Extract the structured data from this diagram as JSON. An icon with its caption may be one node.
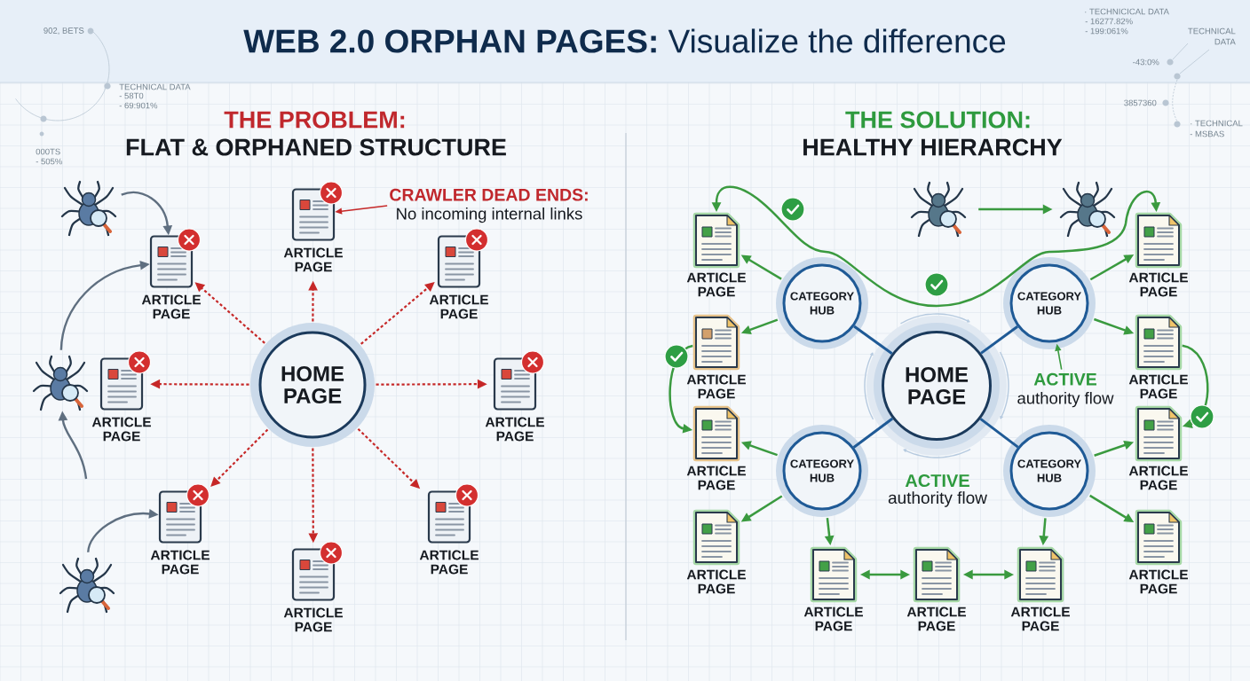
{
  "diagram": {
    "title": "**WEB 2.0 ORPHAN PAGES:** Visualize the difference",
    "nodes": [
      {
        "text": [
          "HOME PAGE"
        ]
      },
      {
        "text": [],
        "shape": "picture"
      },
      {
        "text": [
          "ARTICLE PAGE"
        ]
      },
      {
        "text": [
          "ARTICLE PAGE"
        ]
      },
      {
        "text": [
          "CRAWLER DEAD ENDS:",
          "No incoming internal links"
        ]
      },
      {
        "text": [
          "ARTICLE PAGE"
        ]
      },
      {
        "text": [],
        "shape": "picture"
      },
      {
        "text": [
          "ARTICLE PAGE"
        ]
      },
      {
        "text": [
          "ARTICLE PAGE"
        ]
      },
      {
        "text": [
          "ARTICLE PAGE"
        ]
      },
      {
        "text": [
          "ARTICLE PAGE"
        ]
      },
      {
        "text": [
          "ARTICLE PAGE"
        ]
      },
      {
        "text": [],
        "shape": "picture"
      },
      {
        "text": [],
        "shape": "picture"
      },
      {
        "text": [],
        "shape": "picture"
      },
      {
        "text": [
          "ARTICLE PAGE"
        ]
      },
      {
        "text": [
          "ARTICLE PAGE"
        ]
      },
      {
        "text": [
          "CATEGORY HUB"
        ]
      },
      {
        "text": [
          "CATEGORY HUB"
        ]
      },
      {
        "text": [
          "ARTICLE PAGE"
        ]
      },
      {
        "text": [
          "ARTICLE PAGE"
        ]
      },
      {
        "text": [
          "HOME PAGE"
        ]
      },
      {
        "text": [
          "ACTIVE",
          "authority flow"
        ]
      },
      {
        "text": [
          "ARTICLE PAGE"
        ]
      },
      {
        "text": [
          "ARTICLE PAGE"
        ]
      },
      {
        "text": [
          "CATEGORY HUB"
        ]
      },
      {
        "text": [
          "CATEGORY HUB"
        ]
      },
      {
        "text": [
          "ARTICLE PAGE"
        ]
      },
      {
        "text": [
          "ARTICLE PAGE"
        ]
      },
      {
        "text": [
          "ARTICLE PAGE"
        ]
      },
      {
        "text": [
          "ARTICLE PAGE"
        ]
      },
      {
        "text": [
          "ARTICLE PAGE"
        ]
      }
    ],
    "edges": [
      {
        "from": 1,
        "to": 2,
        "arrow": "to",
        "color": "#5f6f80"
      },
      {
        "from": 6,
        "to": 2,
        "arrow": "to",
        "color": "#5f6f80"
      },
      {
        "from": null,
        "to": 6,
        "arrow": "to",
        "color": "#5f6f80"
      },
      {
        "from": 12,
        "to": 9,
        "arrow": "to",
        "color": "#5f6f80"
      },
      {
        "from": 4,
        "to": 3,
        "arrow": "to",
        "color": "#c62828"
      },
      {
        "from": 0,
        "to": 2,
        "arrow": "to",
        "style": "dashed",
        "color": "#c62828"
      },
      {
        "from": 0,
        "to": 3,
        "arrow": "to",
        "style": "dashed",
        "color": "#c62828"
      },
      {
        "from": 0,
        "to": 5,
        "arrow": "to",
        "style": "dashed",
        "color": "#c62828"
      },
      {
        "from": 0,
        "to": 7,
        "arrow": "to",
        "style": "dashed",
        "color": "#c62828"
      },
      {
        "from": 0,
        "to": 8,
        "arrow": "to",
        "style": "dashed",
        "color": "#c62828"
      },
      {
        "from": 0,
        "to": 9,
        "arrow": "to",
        "style": "dashed",
        "color": "#c62828"
      },
      {
        "from": 0,
        "to": 10,
        "arrow": "to",
        "style": "dashed",
        "color": "#c62828"
      },
      {
        "from": 0,
        "to": 11,
        "arrow": "to",
        "style": "dashed",
        "color": "#c62828"
      },
      {
        "from": 21,
        "to": 17,
        "arrow": "none",
        "color": "#1f5a96"
      },
      {
        "from": 21,
        "to": 18,
        "arrow": "none",
        "color": "#1f5a96"
      },
      {
        "from": 21,
        "to": 25,
        "arrow": "none",
        "color": "#1f5a96"
      },
      {
        "from": 21,
        "to": 26,
        "arrow": "none",
        "color": "#1f5a96"
      },
      {
        "from": 17,
        "to": 15,
        "arrow": "to"
      },
      {
        "from": 17,
        "to": 19,
        "arrow": "to"
      },
      {
        "from": 18,
        "to": 16,
        "arrow": "to"
      },
      {
        "from": 18,
        "to": 20,
        "arrow": "to"
      },
      {
        "from": 25,
        "to": 23,
        "arrow": "to"
      },
      {
        "from": 25,
        "to": 27,
        "arrow": "to"
      },
      {
        "from": 25,
        "to": 29,
        "arrow": "to"
      },
      {
        "from": 26,
        "to": 24,
        "arrow": "to"
      },
      {
        "from": 26,
        "to": 28,
        "arrow": "to"
      },
      {
        "from": 26,
        "to": 31,
        "arrow": "to"
      },
      {
        "from": 29,
        "to": 30,
        "arrow": "both"
      },
      {
        "from": 30,
        "to": 31,
        "arrow": "both"
      },
      {
        "from": 15,
        "to": 16,
        "arrow": "both"
      },
      {
        "from": 19,
        "to": 23,
        "arrow": "to"
      },
      {
        "from": 20,
        "to": 24,
        "arrow": "to"
      },
      {
        "from": 13,
        "to": 14,
        "arrow": "to"
      },
      {
        "from": 22,
        "to": 18,
        "arrow": "to"
      }
    ],
    "labels": [
      "902, BETS",
      "· TECHNICICAL DATA",
      "- 16277.82%",
      "- 199:061%",
      "TECHNICAL DATA",
      "-43:0%",
      "TECHNICAL DATA",
      "- 58T0",
      "- 69:901%",
      "3857360",
      "THE PROBLEM:",
      "THE SOLUTION:",
      "· TECHNICAL",
      "- MSBAS",
      "FLAT & ORPHANED STRUCTURE",
      "HEALTHY HIERARCHY",
      "000TS",
      "- 505%",
      "ACTIVE",
      "authority flow"
    ]
  }
}
